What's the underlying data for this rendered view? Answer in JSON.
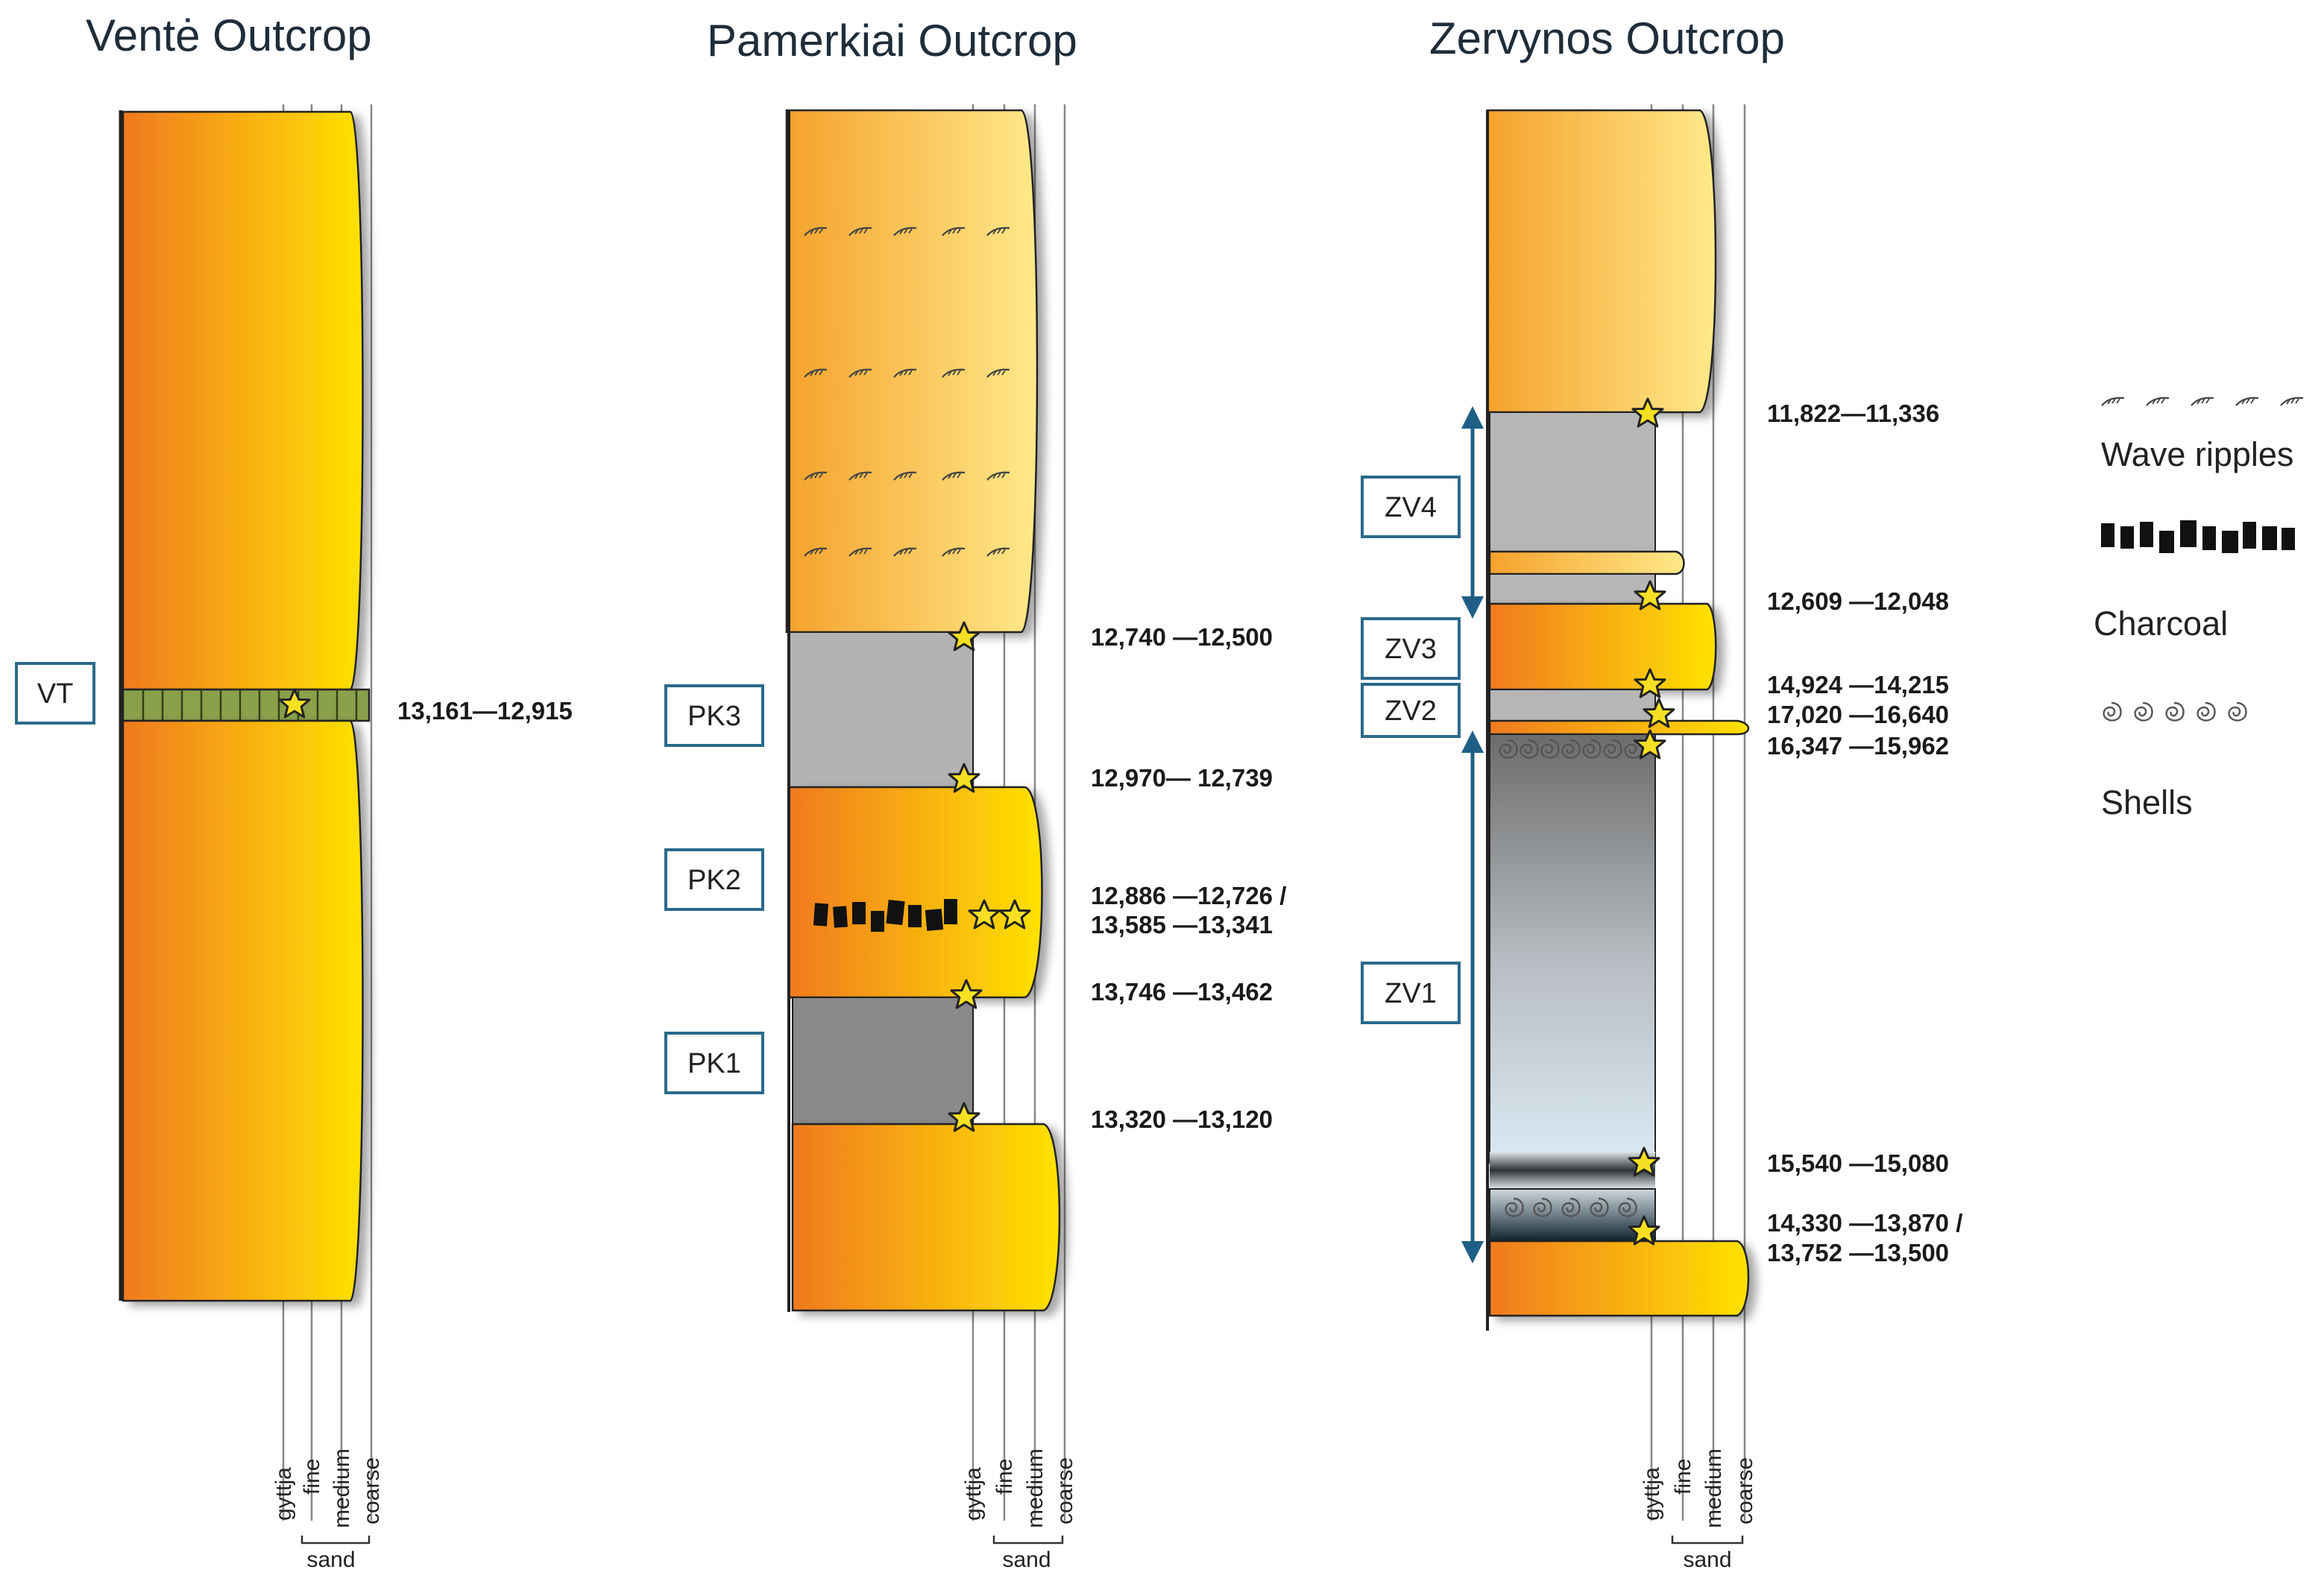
{
  "outcrops": [
    {
      "title": "Ventė Outcrop",
      "units": [
        {
          "label": "VT"
        }
      ],
      "dates": [
        "13,161—12,915"
      ],
      "scale": {
        "items": [
          "gyttja",
          "fine",
          "medium",
          "coarse"
        ],
        "group": "sand"
      }
    },
    {
      "title": "Pamerkiai Outcrop",
      "units": [
        {
          "label": "PK3"
        },
        {
          "label": "PK2"
        },
        {
          "label": "PK1"
        }
      ],
      "dates": [
        "12,740 —12,500",
        "12,970— 12,739",
        "12,886 —12,726 /",
        "13,585 —13,341",
        "13,746 —13,462",
        "13,320 —13,120"
      ],
      "scale": {
        "items": [
          "gyttja",
          "fine",
          "medium",
          "coarse"
        ],
        "group": "sand"
      }
    },
    {
      "title": "Zervynos Outcrop",
      "units": [
        {
          "label": "ZV4"
        },
        {
          "label": "ZV3"
        },
        {
          "label": "ZV2"
        },
        {
          "label": "ZV1"
        }
      ],
      "dates": [
        "11,822—11,336",
        "12,609 —12,048",
        "14,924 —14,215",
        "17,020 —16,640",
        "16,347 —15,962",
        "15,540 —15,080",
        "14,330 —13,870 /",
        "13,752 —13,500"
      ],
      "scale": {
        "items": [
          "gyttja",
          "fine",
          "medium",
          "coarse"
        ],
        "group": "sand"
      }
    }
  ],
  "legend": [
    {
      "label": "Wave ripples",
      "icon": "wave-ripples-icon"
    },
    {
      "label": "Charcoal",
      "icon": "charcoal-icon"
    },
    {
      "label": "Shells",
      "icon": "shells-icon"
    }
  ],
  "colors": {
    "sand_dark": "#f07a20",
    "sand_light": "#ffe200",
    "peat_green": "#8aa04a",
    "clay_grey": "#b0b0b0",
    "dark_grey": "#8a8a8a",
    "arrow_blue": "#1f5f86",
    "star_fill": "#f6e023"
  }
}
